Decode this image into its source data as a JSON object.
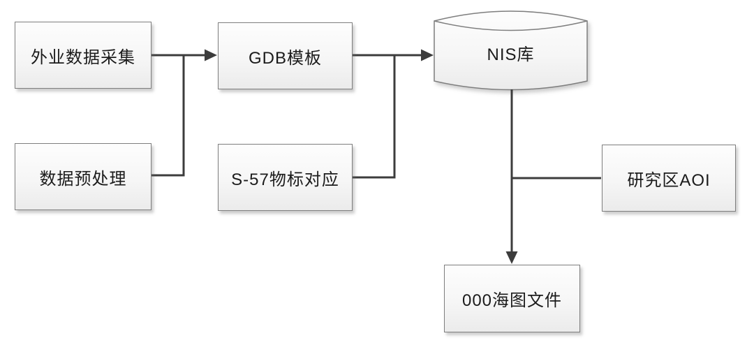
{
  "diagram": {
    "type": "flowchart",
    "nodes": {
      "field_collection": {
        "label": "外业数据采集",
        "shape": "rect"
      },
      "preprocessing": {
        "label": "数据预处理",
        "shape": "rect"
      },
      "gdb_template": {
        "label": "GDB模板",
        "shape": "rect"
      },
      "s57_mapping": {
        "label": "S-57物标对应",
        "shape": "rect"
      },
      "nis_db": {
        "label": "NIS库",
        "shape": "cylinder"
      },
      "study_aoi": {
        "label": "研究区AOI",
        "shape": "rect"
      },
      "chart_file": {
        "label": "000海图文件",
        "shape": "rect"
      }
    },
    "edges": [
      {
        "from": "field_collection",
        "to": "gdb_template",
        "arrow": true
      },
      {
        "from": "preprocessing",
        "to": "gdb_template",
        "arrow": true,
        "merges_with": "field_collection"
      },
      {
        "from": "gdb_template",
        "to": "nis_db",
        "arrow": true
      },
      {
        "from": "s57_mapping",
        "to": "nis_db",
        "arrow": true,
        "merges_with": "gdb_template"
      },
      {
        "from": "nis_db",
        "to": "chart_file",
        "arrow": true
      },
      {
        "from": "study_aoi",
        "to": "nis_db-chart_file-edge",
        "arrow": false
      }
    ],
    "colors": {
      "background": "#ffffff",
      "connector": "#3c3c3c",
      "node_border": "#7e7e7e",
      "node_fill_top": "#fdfdfd",
      "node_fill_bottom": "#ebebeb",
      "text": "#1b1b1b"
    }
  }
}
